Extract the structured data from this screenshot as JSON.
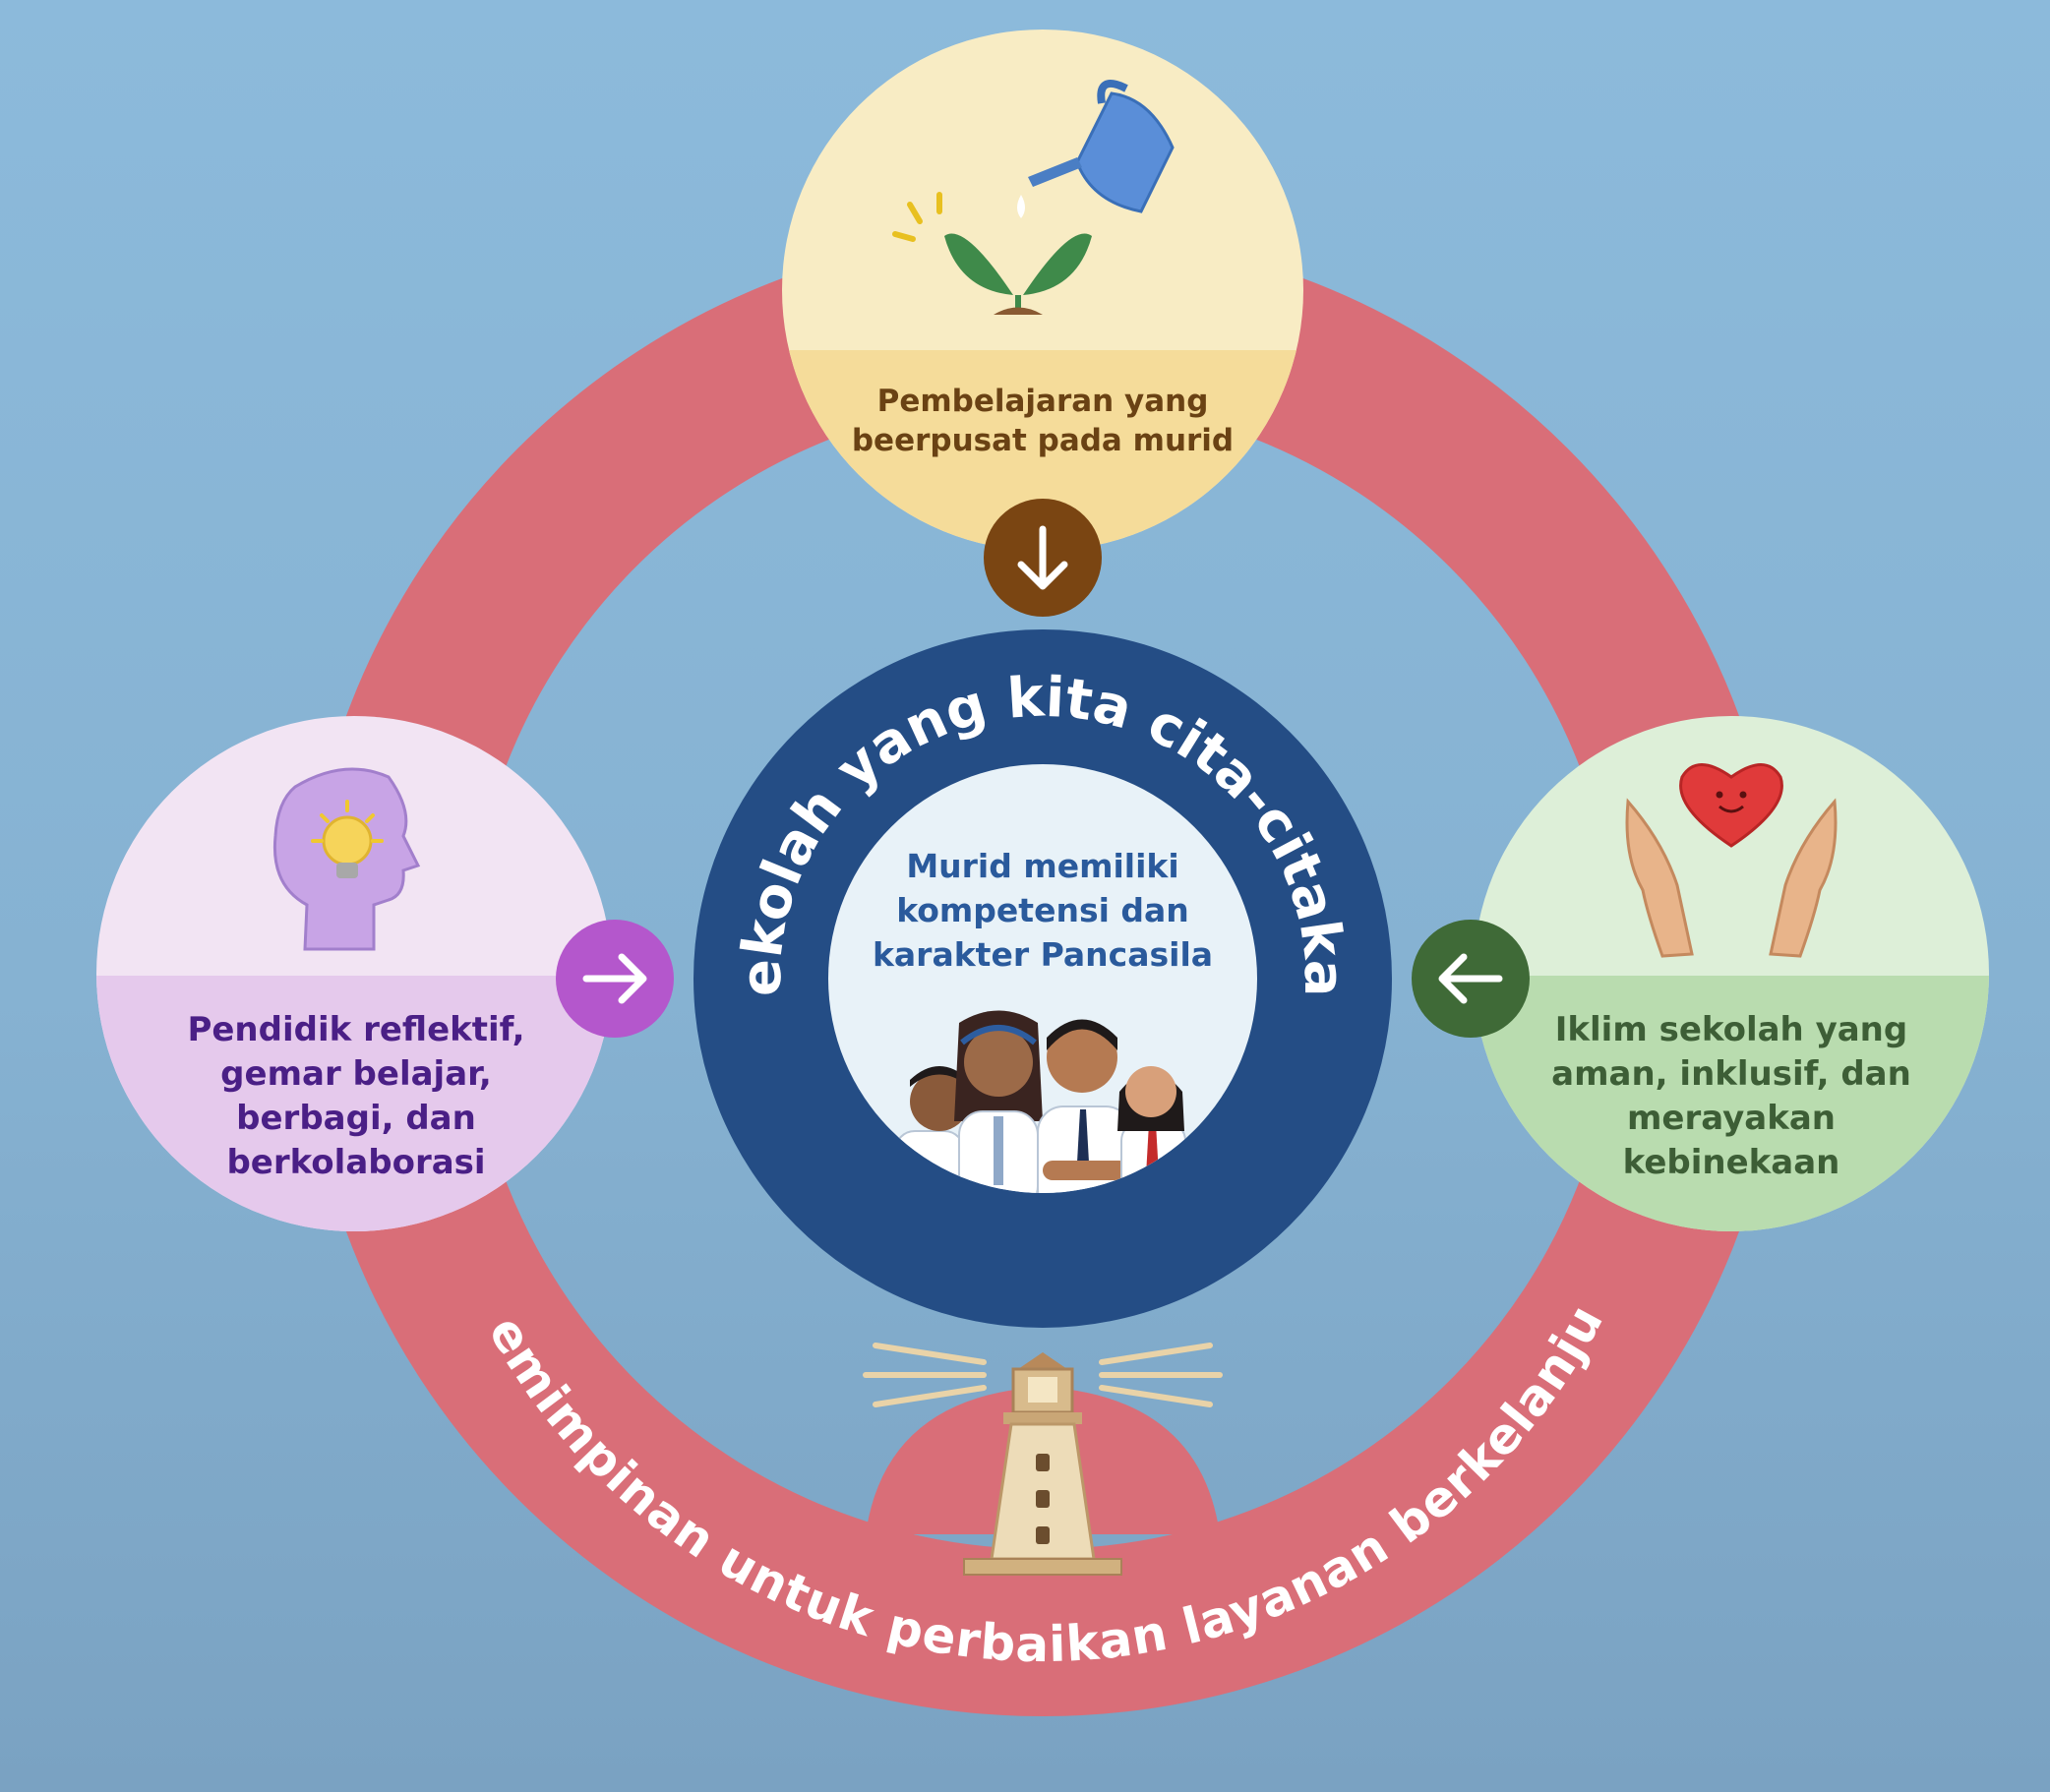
{
  "diagram": {
    "outer_ring_label": "Kepemimpinan untuk perbaikan layanan berkelanjutan",
    "center": {
      "ring_label": "Sekolah yang kita cita-citakan",
      "lines": [
        "Murid memiliki",
        "kompetensi dan",
        "karakter Pancasila"
      ]
    },
    "top_node": {
      "lines": [
        "Pembelajaran yang",
        "beerpusat pada murid"
      ],
      "icon": "plant-watering-can-icon",
      "arrow_icon": "arrow-down-icon"
    },
    "left_node": {
      "lines": [
        "Pendidik reflektif,",
        "gemar belajar,",
        "berbagi, dan",
        "berkolaborasi"
      ],
      "icon": "head-lightbulb-icon",
      "arrow_icon": "arrow-right-icon"
    },
    "right_node": {
      "lines": [
        "Iklim sekolah yang",
        "aman, inklusif, dan",
        "merayakan",
        "kebinekaan"
      ],
      "icon": "hands-heart-icon",
      "arrow_icon": "arrow-left-icon"
    }
  },
  "colors": {
    "background": "#8cbadb",
    "ring": "#d96e78",
    "center_dark": "#244d85",
    "center_light": "#e8f2f8",
    "top_fill_light": "#f8ecc4",
    "top_fill_dark": "#f5dc9a",
    "top_text": "#6a4214",
    "top_arrow": "#7a4512",
    "left_fill_light": "#f2e4f3",
    "left_fill_dark": "#e5c9ec",
    "left_text": "#4a1f86",
    "left_arrow": "#b457cc",
    "right_fill_light": "#ddefd8",
    "right_fill_dark": "#b9dcaf",
    "right_text": "#3d5e36",
    "right_arrow": "#3f6a37"
  }
}
